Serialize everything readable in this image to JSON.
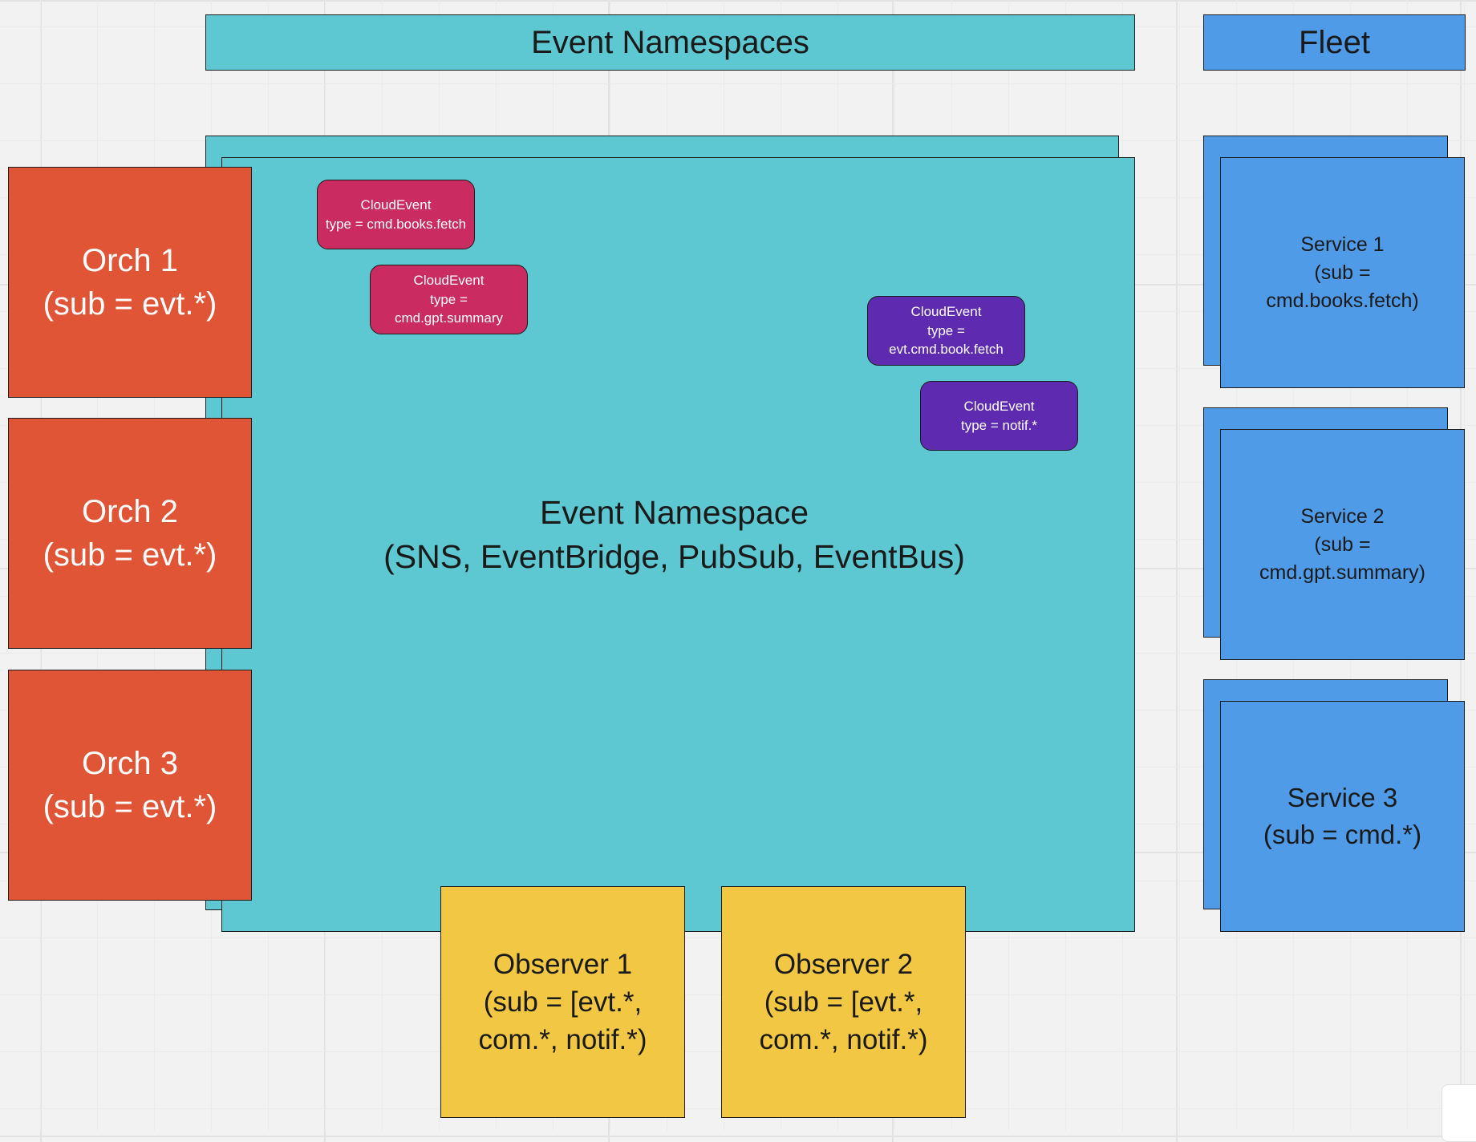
{
  "headers": {
    "event_namespaces": "Event Namespaces",
    "fleet": "Fleet"
  },
  "namespace": {
    "label": "Event Namespace\n(SNS, EventBridge, PubSub, EventBus)"
  },
  "cloud_events": [
    {
      "text": "CloudEvent\ntype = cmd.books.fetch",
      "color": "#ca2b60"
    },
    {
      "text": "CloudEvent\ntype =\ncmd.gpt.summary",
      "color": "#ca2b60"
    },
    {
      "text": "CloudEvent\ntype =\nevt.cmd.book.fetch",
      "color": "#5e2bb0"
    },
    {
      "text": "CloudEvent\ntype = notif.*",
      "color": "#5e2bb0"
    }
  ],
  "orchestrators": [
    {
      "label": "Orch 1\n(sub = evt.*)"
    },
    {
      "label": "Orch 2\n(sub = evt.*)"
    },
    {
      "label": "Orch 3\n(sub = evt.*)"
    }
  ],
  "services": [
    {
      "label": "Service 1\n(sub =\ncmd.books.fetch)"
    },
    {
      "label": "Service 2\n(sub =\ncmd.gpt.summary)"
    },
    {
      "label": "Service 3\n(sub = cmd.*)"
    }
  ],
  "observers": [
    {
      "label": "Observer 1\n(sub = [evt.*,\ncom.*, notif.*)"
    },
    {
      "label": "Observer 2\n(sub = [evt.*,\ncom.*, notif.*)"
    }
  ],
  "colors": {
    "namespace_teal": "#5ec8d2",
    "fleet_blue": "#4f9be8",
    "orch_orange": "#e05535",
    "observer_yellow": "#f1c744",
    "command_event_pink": "#ca2b60",
    "event_purple": "#5e2bb0",
    "canvas_background": "#f2f2f2"
  }
}
